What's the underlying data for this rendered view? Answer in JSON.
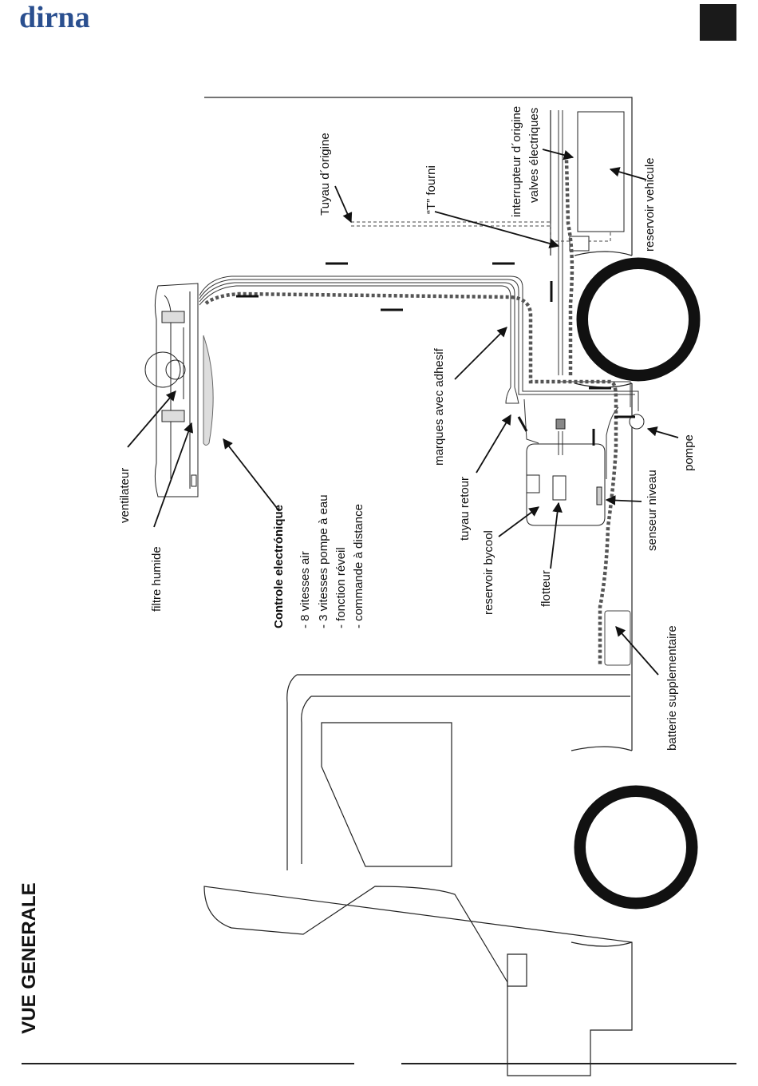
{
  "header": {
    "brand": "dirna"
  },
  "page": {
    "section_title": "VUE GENERALE"
  },
  "labels": {
    "ventilateur": "ventilateur",
    "filtre_humide": "filtre humide",
    "controle_title": "Controle electrónique",
    "controle_items": [
      "- 8 vitesses air",
      "- 3 vitesses pompe à eau",
      "- fonction réveil",
      "- commande à distance"
    ],
    "tuyau_origine": "Tuyau d´origine",
    "t_fourni": "“T” fourni",
    "interrupteur": "interrupteur d´origine",
    "valves": "valves électriques",
    "reservoir_vehicule": "reservoir vehicule",
    "marques": "marques avec adhesif",
    "tuyau_retour": "tuyau retour",
    "reservoir_bycool": "reservoir bycool",
    "flotteur": "flotteur",
    "pompe": "pompe",
    "senseur": "senseur niveau",
    "batterie": "batterie supplementaire"
  },
  "colors": {
    "brand": "#2a4f8f",
    "dotted_cable": "#555555"
  }
}
